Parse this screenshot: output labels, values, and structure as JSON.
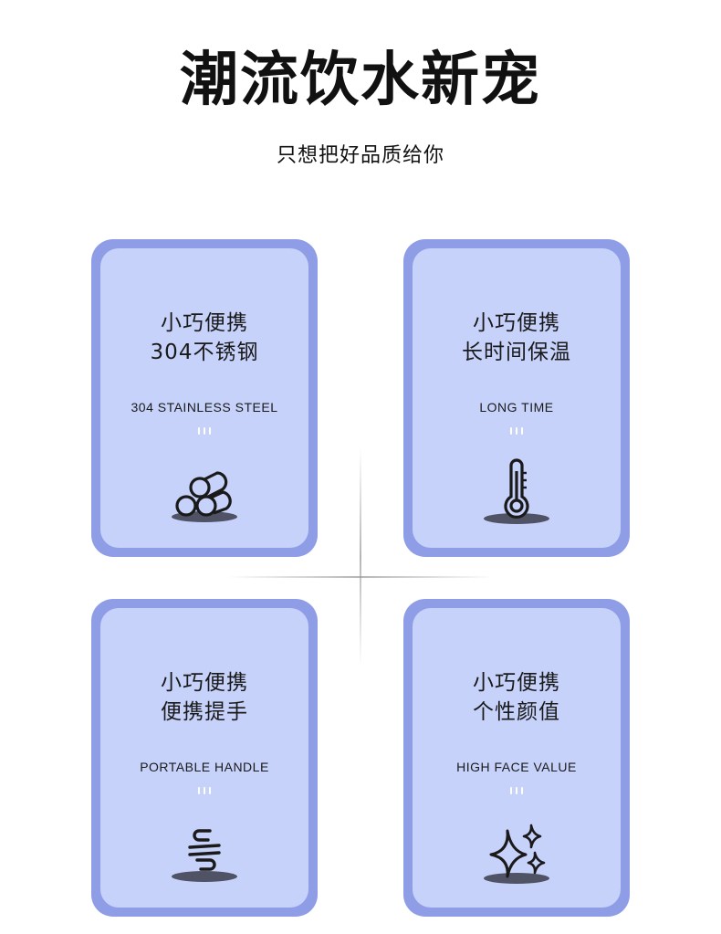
{
  "header": {
    "title": "潮流饮水新宠",
    "subtitle": "只想把好品质给你"
  },
  "cards": [
    {
      "line1": "小巧便携",
      "line2": "304不锈钢",
      "english": "304 STAINLESS STEEL",
      "icon": "steel-pipes-icon"
    },
    {
      "line1": "小巧便携",
      "line2": "长时间保温",
      "english": "LONG TIME",
      "icon": "thermometer-icon"
    },
    {
      "line1": "小巧便携",
      "line2": "便携提手",
      "english": "PORTABLE HANDLE",
      "icon": "handle-hook-icon"
    },
    {
      "line1": "小巧便携",
      "line2": "个性颜值",
      "english": "HIGH FACE VALUE",
      "icon": "sparkle-icon"
    }
  ],
  "colors": {
    "card_border": "#8e9de6",
    "card_fill": "#c7d2fb",
    "text": "#111111"
  }
}
